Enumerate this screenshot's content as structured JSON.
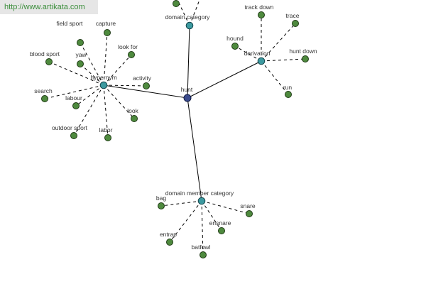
{
  "banner": {
    "url": "http://www.artikata.com"
  },
  "graph": {
    "root": {
      "label": "hunt"
    },
    "relations": {
      "hypernym": {
        "label": "hypernym"
      },
      "domain_category": {
        "label": "domain category"
      },
      "derivation": {
        "label": "derivation"
      },
      "domain_member_category": {
        "label": "domain member category"
      }
    },
    "hypernym_terms": [
      "field sport",
      "capture",
      "blood sport",
      "yaw",
      "look for",
      "activity",
      "search",
      "labour",
      "look",
      "outdoor sport",
      "labor"
    ],
    "derivation_terms": [
      "track down",
      "trace",
      "hound",
      "hunt down",
      "run"
    ],
    "domain_member_terms": [
      "bag",
      "snare",
      "ensnare",
      "entrap",
      "batfowl"
    ],
    "colors": {
      "leaf": "#4e8a3e",
      "relation": "#3c9aa0",
      "root": "#3a4a8c"
    }
  }
}
